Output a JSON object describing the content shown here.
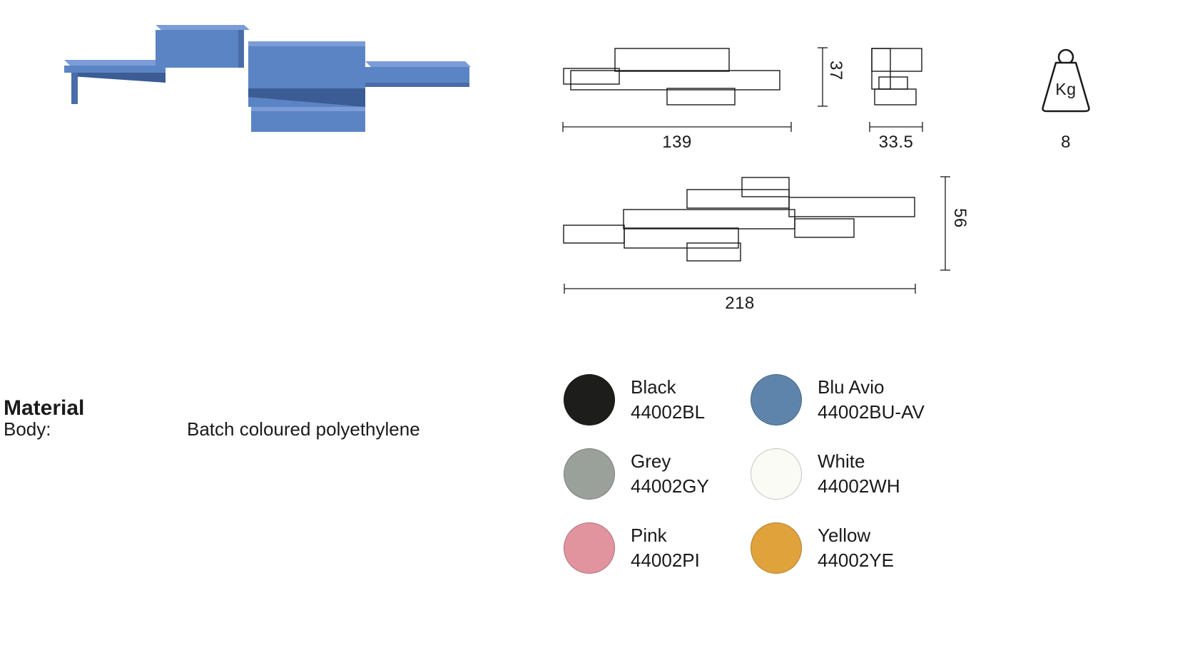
{
  "sheet": {
    "background": "#ffffff",
    "text_color": "#1a1a1a"
  },
  "product": {
    "render_color_hex": "#5b84c4"
  },
  "dimensions": {
    "front_view": {
      "width": "139",
      "height": "37"
    },
    "side_view": {
      "width": "33.5"
    },
    "top_view": {
      "width": "218",
      "depth": "56"
    },
    "weight": {
      "unit": "Kg",
      "value": "8"
    }
  },
  "material": {
    "title": "Material",
    "rows": [
      {
        "label": "Body:",
        "value": "Batch coloured polyethylene"
      }
    ]
  },
  "colors": {
    "items": [
      {
        "name": "Black",
        "code": "44002BL",
        "hex": "#1d1d1b"
      },
      {
        "name": "Blu Avio",
        "code": "44002BU-AV",
        "hex": "#5e84ab"
      },
      {
        "name": "Grey",
        "code": "44002GY",
        "hex": "#9aa19b"
      },
      {
        "name": "White",
        "code": "44002WH",
        "hex": "#fbfbf6"
      },
      {
        "name": "Pink",
        "code": "44002PI",
        "hex": "#e1939e"
      },
      {
        "name": "Yellow",
        "code": "44002YE",
        "hex": "#e0a33c"
      }
    ]
  }
}
